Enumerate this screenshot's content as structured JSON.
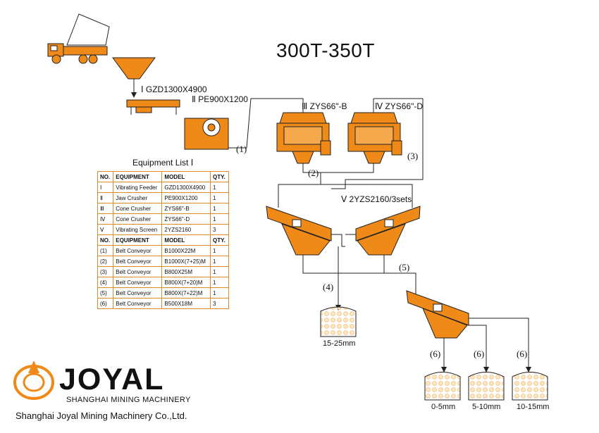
{
  "title": "300T-350T",
  "equipment_labels": {
    "feeder": "Ⅰ  GZD1300X4900",
    "jaw": "Ⅱ  PE900X1200",
    "cone_b": "Ⅲ  ZYS66\"-B",
    "cone_d": "Ⅳ  ZYS66\"-D",
    "screen": "Ⅴ  2YZS2160/3sets"
  },
  "conveyor_markers": [
    "(1)",
    "(2)",
    "(3)",
    "(4)",
    "(5)",
    "(6)",
    "(6)",
    "(6)"
  ],
  "outputs": [
    "15-25mm",
    "0-5mm",
    "5-10mm",
    "10-15mm"
  ],
  "equipment_list": {
    "title": "Equipment List Ⅰ",
    "columns": [
      "NO.",
      "EQUIPMENT",
      "MODEL",
      "QTY."
    ],
    "rows": [
      [
        "Ⅰ",
        "Vibrating Feeder",
        "GZD1300X4900",
        "1"
      ],
      [
        "Ⅱ",
        "Jaw Crusher",
        "PE900X1200",
        "1"
      ],
      [
        "Ⅲ",
        "Cone Crusher",
        "ZYS66\"-B",
        "1"
      ],
      [
        "Ⅳ",
        "Cone Crusher",
        "ZYS66\"-D",
        "1"
      ],
      [
        "Ⅴ",
        "Vibrating Screen",
        "2YZS2160",
        "3"
      ]
    ],
    "columns2": [
      "NO.",
      "EQUIPMENT",
      "MODEL",
      "QTY."
    ],
    "rows2": [
      [
        "(1)",
        "Belt Conveyor",
        "B1000X22M",
        "1"
      ],
      [
        "(2)",
        "Belt Conveyor",
        "B1000X(7+25)M",
        "1"
      ],
      [
        "(3)",
        "Belt Conveyor",
        "B800X25M",
        "1"
      ],
      [
        "(4)",
        "Belt Conveyor",
        "B800X(7+20)M",
        "1"
      ],
      [
        "(5)",
        "Belt Conveyor",
        "B800X(7+22)M",
        "1"
      ],
      [
        "(6)",
        "Belt Conveyor",
        "B500X18M",
        "3"
      ]
    ]
  },
  "brand": {
    "name": "JOYAL",
    "tagline": "SHANGHAI MINING MACHINERY",
    "company": "Shanghai Joyal Mining Machinery Co.,Ltd."
  },
  "colors": {
    "equipment": "#ef8a18",
    "line": "#111111",
    "table_border": "#d98a2b",
    "pile": "#fff1d8"
  }
}
